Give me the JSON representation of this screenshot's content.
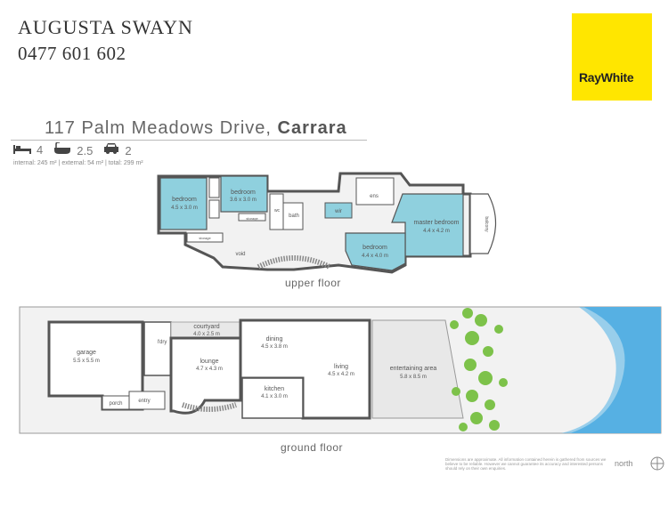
{
  "agent": {
    "name": "AUGUSTA SWAYN",
    "phone": "0477 601 602"
  },
  "brand": {
    "logo_text": "RayWhite",
    "logo_color": "#ffe600"
  },
  "property": {
    "street": "117 Palm Meadows Drive,",
    "suburb": "Carrara",
    "bedrooms": "4",
    "bathrooms": "2.5",
    "parking": "2",
    "areas_text": "internal: 245 m² | external: 54 m² | total: 299 m²"
  },
  "upper_floor": {
    "label": "upper floor",
    "rooms": [
      {
        "name": "bedroom",
        "size": "4.5 x 3.0 m"
      },
      {
        "name": "bedroom",
        "size": "3.6 x 3.0 m"
      },
      {
        "name": "master bedroom",
        "size": "4.4 x 4.2 m"
      },
      {
        "name": "bedroom",
        "size": "4.4 x 4.0 m"
      }
    ],
    "small": [
      "storage",
      "void",
      "bath",
      "wc",
      "wir",
      "ens",
      "storage",
      "balcony"
    ]
  },
  "ground_floor": {
    "label": "ground floor",
    "rooms": [
      {
        "name": "garage",
        "size": "5.5 x 5.5 m"
      },
      {
        "name": "courtyard",
        "size": "4.0 x 2.5 m"
      },
      {
        "name": "dining",
        "size": "4.5 x 3.8 m"
      },
      {
        "name": "lounge",
        "size": "4.7 x 4.3 m"
      },
      {
        "name": "living",
        "size": "4.5 x 4.2 m"
      },
      {
        "name": "kitchen",
        "size": "4.1 x 3.0 m"
      },
      {
        "name": "entertaining area",
        "size": "5.8 x 8.5 m"
      }
    ],
    "small": [
      "l'dry",
      "porch",
      "entry"
    ]
  },
  "disclaimer": "Dimensions are approximate. All information contained herein is gathered from sources we believe to be reliable. However we cannot guarantee its accuracy and interested persons should rely on their own enquiries.",
  "north_label": "north"
}
